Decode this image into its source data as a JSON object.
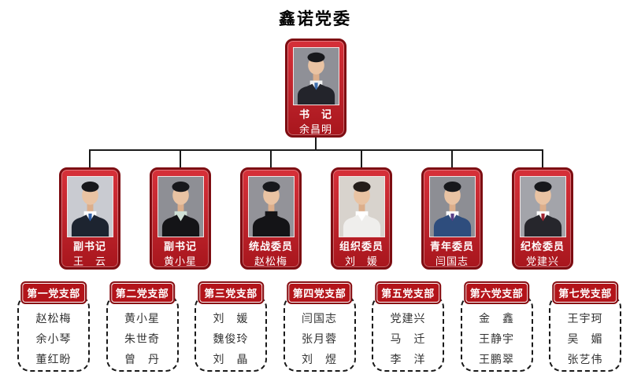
{
  "title": "鑫诺党委",
  "colors": {
    "card_red": "#c2262e",
    "card_red_dark": "#a8161d",
    "card_border": "#7e0d12",
    "label_red": "#b3141a",
    "label_border": "#870f13",
    "line": "#1a1a1a",
    "text_on_red": "#ffffff",
    "member_text": "#333333",
    "title_text": "#000000"
  },
  "leader": {
    "title": "书　记",
    "name": "余昌明",
    "photo": {
      "bg": "#8f9097",
      "hair": "#17181c",
      "suit": "#23242b",
      "shirt": "#f2f2f2",
      "tie": "#3f6fae"
    }
  },
  "committee": [
    {
      "title": "副书记",
      "name": "王　云",
      "photo": {
        "bg": "#c9cbd1",
        "hair": "#17181c",
        "suit": "#1d2430",
        "shirt": "#ffffff",
        "tie": "#2f5fa8"
      }
    },
    {
      "title": "副书记",
      "name": "黄小星",
      "photo": {
        "bg": "#8e8f95",
        "hair": "#17181c",
        "suit": "#141417",
        "shirt": "#cfe0d6",
        "tie": "#cfe0d6"
      }
    },
    {
      "title": "统战委员",
      "name": "赵松梅",
      "photo": {
        "bg": "#939399",
        "hair": "#17181c",
        "suit": "#141417",
        "shirt": "#141417",
        "tie": "#141417"
      }
    },
    {
      "title": "组织委员",
      "name": "刘　媛",
      "photo": {
        "bg": "#d8d3cd",
        "hair": "#241d1a",
        "suit": "#efeeec",
        "shirt": "#ffffff",
        "tie": "#ffffff"
      }
    },
    {
      "title": "青年委员",
      "name": "闫国志",
      "photo": {
        "bg": "#8d8e94",
        "hair": "#17181c",
        "suit": "#2e4d7d",
        "shirt": "#ffffff",
        "tie": "#5a3f86"
      }
    },
    {
      "title": "纪检委员",
      "name": "党建兴",
      "photo": {
        "bg": "#a3a4aa",
        "hair": "#17181c",
        "suit": "#26262c",
        "shirt": "#ffffff",
        "tie": "#a32430"
      }
    }
  ],
  "branches": [
    {
      "label": "第一党支部",
      "members": [
        "赵松梅",
        "余小琴",
        "董红盼"
      ]
    },
    {
      "label": "第二党支部",
      "members": [
        "黄小星",
        "朱世奇",
        "曾　丹"
      ]
    },
    {
      "label": "第三党支部",
      "members": [
        "刘　媛",
        "魏俊玲",
        "刘　晶"
      ]
    },
    {
      "label": "第四党支部",
      "members": [
        "闫国志",
        "张月蓉",
        "刘　煜"
      ]
    },
    {
      "label": "第五党支部",
      "members": [
        "党建兴",
        "马　迁",
        "李　洋"
      ]
    },
    {
      "label": "第六党支部",
      "members": [
        "金　鑫",
        "王静宇",
        "王鹏翠"
      ]
    },
    {
      "label": "第七党支部",
      "members": [
        "王宇珂",
        "吴　媚",
        "张艺伟"
      ]
    }
  ]
}
